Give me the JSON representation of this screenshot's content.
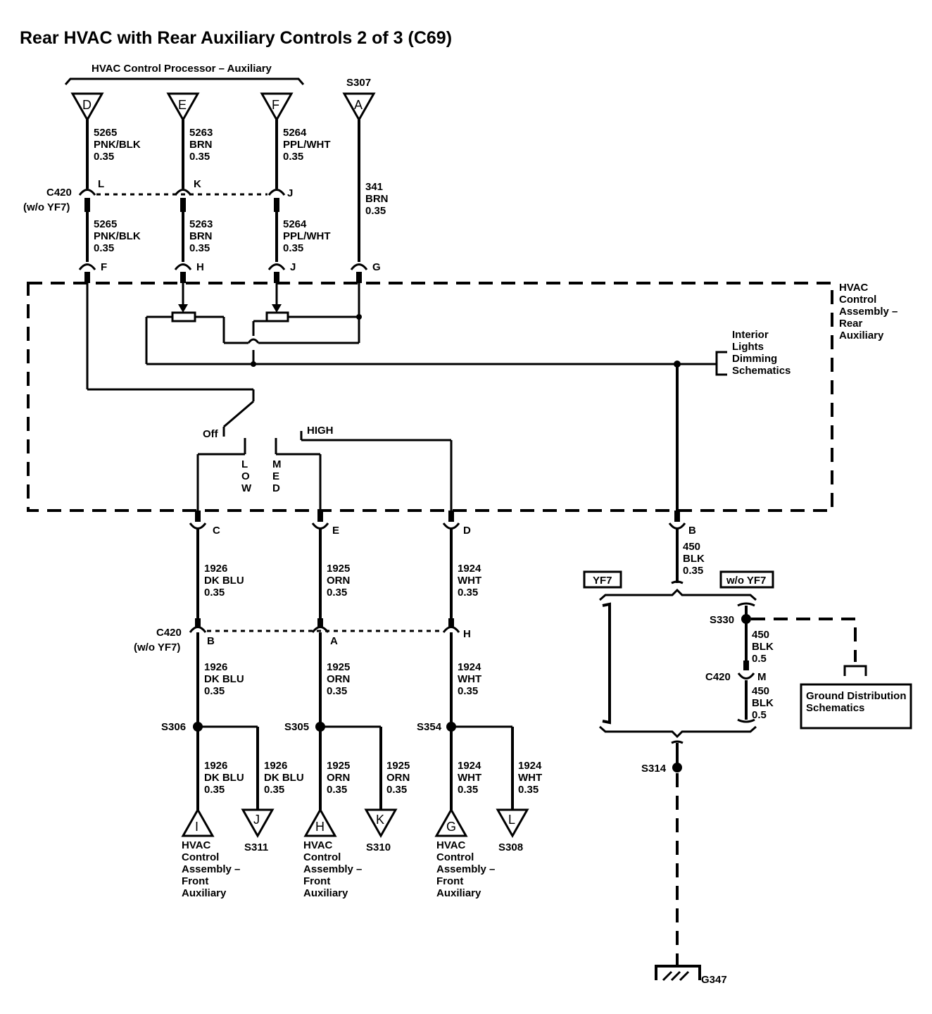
{
  "title": "Rear HVAC with Rear Auxiliary Controls 2 of 3 (C69)",
  "processor_label": "HVAC Control Processor – Auxiliary",
  "s307": "S307",
  "top_terminals": {
    "d": "D",
    "e": "E",
    "f": "F",
    "a": "A"
  },
  "wires_top": {
    "d": [
      "5265",
      "PNK/BLK",
      "0.35"
    ],
    "e": [
      "5263",
      "BRN",
      "0.35"
    ],
    "f": [
      "5264",
      "PPL/WHT",
      "0.35"
    ],
    "a": [
      "341",
      "BRN",
      "0.35"
    ]
  },
  "c420_top": {
    "name": "C420",
    "note": "(w/o YF7)",
    "pins": [
      "L",
      "K",
      "J"
    ]
  },
  "module_pins_top": [
    "F",
    "H",
    "J",
    "G"
  ],
  "module_label": [
    "HVAC",
    "Control",
    "Assembly –",
    "Rear",
    "Auxiliary"
  ],
  "interior_lights": [
    "Interior",
    "Lights",
    "Dimming",
    "Schematics"
  ],
  "switch": {
    "off": "Off",
    "high": "HIGH",
    "low": [
      "L",
      "O",
      "W"
    ],
    "med": [
      "M",
      "E",
      "D"
    ]
  },
  "module_pins_bottom": [
    "C",
    "E",
    "D",
    "B"
  ],
  "wires_mid": {
    "c": [
      "1926",
      "DK BLU",
      "0.35"
    ],
    "e": [
      "1925",
      "ORN",
      "0.35"
    ],
    "d": [
      "1924",
      "WHT",
      "0.35"
    ],
    "b": [
      "450",
      "BLK",
      "0.35"
    ]
  },
  "c420_bottom": {
    "name": "C420",
    "note": "(w/o YF7)",
    "pins": [
      "B",
      "A",
      "H"
    ]
  },
  "splices": {
    "s306": "S306",
    "s305": "S305",
    "s354": "S354"
  },
  "bottom_terminals": {
    "i": "I",
    "j": "J",
    "h": "H",
    "k": "K",
    "g": "G",
    "l": "L"
  },
  "bottom_dest": {
    "s311": "S311",
    "s310": "S310",
    "s308": "S308",
    "front_aux": [
      "HVAC",
      "Control",
      "Assembly –",
      "Front",
      "Auxiliary"
    ]
  },
  "options": {
    "yf7": "YF7",
    "wo_yf7": "w/o YF7"
  },
  "ground": {
    "s330": "S330",
    "wire1": [
      "450",
      "BLK",
      "0.5"
    ],
    "c420": "C420",
    "c420_pin": "M",
    "wire2": [
      "450",
      "BLK",
      "0.5"
    ],
    "gds": [
      "Ground Distribution",
      "Schematics"
    ],
    "s314": "S314",
    "g347": "G347"
  }
}
